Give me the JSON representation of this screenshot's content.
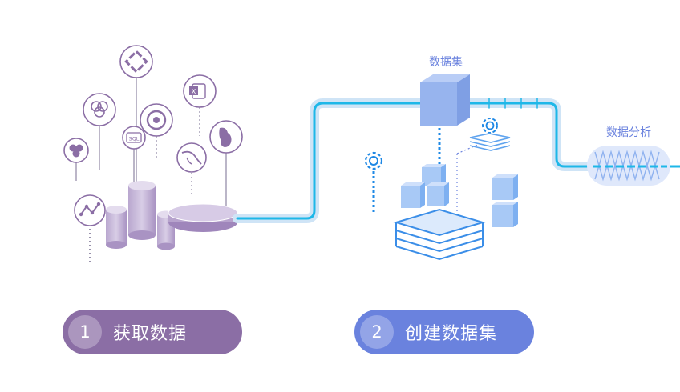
{
  "dataset_label": "数据集",
  "analysis_label": "数据分析",
  "steps": [
    {
      "number": "1",
      "label": "获取数据"
    },
    {
      "number": "2",
      "label": "创建数据集"
    }
  ],
  "icons": {
    "source_icons": [
      "network-icon",
      "diamond-icon",
      "excel-icon",
      "ring-icon",
      "dashboard-icon",
      "sql-icon",
      "hexagon-icon",
      "mysql-icon",
      "hadoop-icon",
      "chart-icon"
    ]
  },
  "colors": {
    "purple": "#8b6ea5",
    "blue": "#6a82de",
    "pipe": "#1eb7e8",
    "pipe_glow": "#cfe4f6",
    "cube": "#6f9fe8"
  }
}
